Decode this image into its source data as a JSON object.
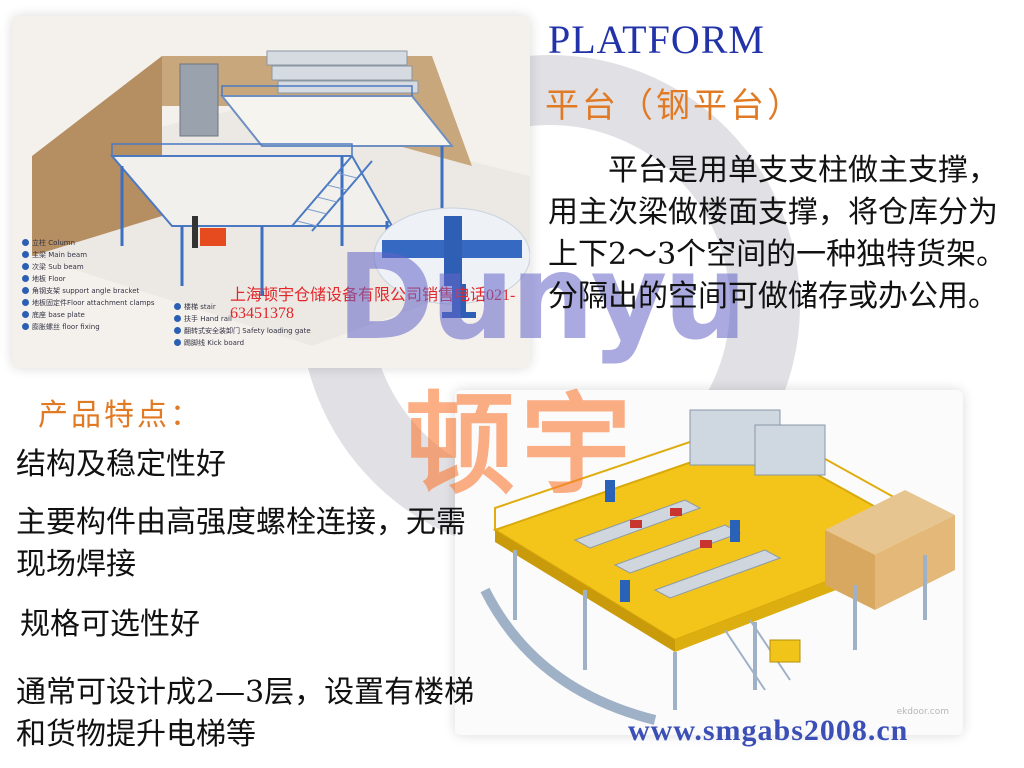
{
  "heading": {
    "english": "PLATFORM",
    "chinese": "平台（钢平台）"
  },
  "description": "平台是用单支支柱做主支撑，用主次梁做楼面支撑，将仓库分为上下2～3个空间的一种独特货架。分隔出的空间可做储存或办公用。",
  "features": {
    "title": "产品特点：",
    "items": [
      {
        "text": "结构及稳定性好"
      },
      {
        "text": "主要构件由高强度螺栓连接，无需现场焊接"
      },
      {
        "text": "规格可选性好"
      },
      {
        "text": "通常可设计成2—3层，设置有楼梯和货物提升电梯等"
      }
    ]
  },
  "watermark": {
    "brand_en": "Dunyu",
    "brand_cn": "顿宇"
  },
  "diagram": {
    "caption": "上海顿宇仓储设备有限公司销售电话021-63451378",
    "legend_left": [
      "立柱 Column",
      "主梁 Main beam",
      "次梁 Sub beam",
      "地板 Floor",
      "角钢支架 support angle bracket",
      "地板固定件Floor attachment clamps",
      "底座 base plate",
      "膨胀螺丝 floor fixing"
    ],
    "legend_right": [
      "楼梯 stair",
      "扶手 Hand rail",
      "翻转式安全装卸门 Safety loading gate",
      "踢脚线 Kick board"
    ]
  },
  "illustration": {
    "watermark_site": "ekdoor.com"
  },
  "website": "www.smgabs2008.cn",
  "colors": {
    "heading_en": "#2233aa",
    "heading_cn": "#e07a25",
    "brand_blue": "#6464c8",
    "brand_orange": "#fa7832",
    "url": "#3b4fb6"
  }
}
